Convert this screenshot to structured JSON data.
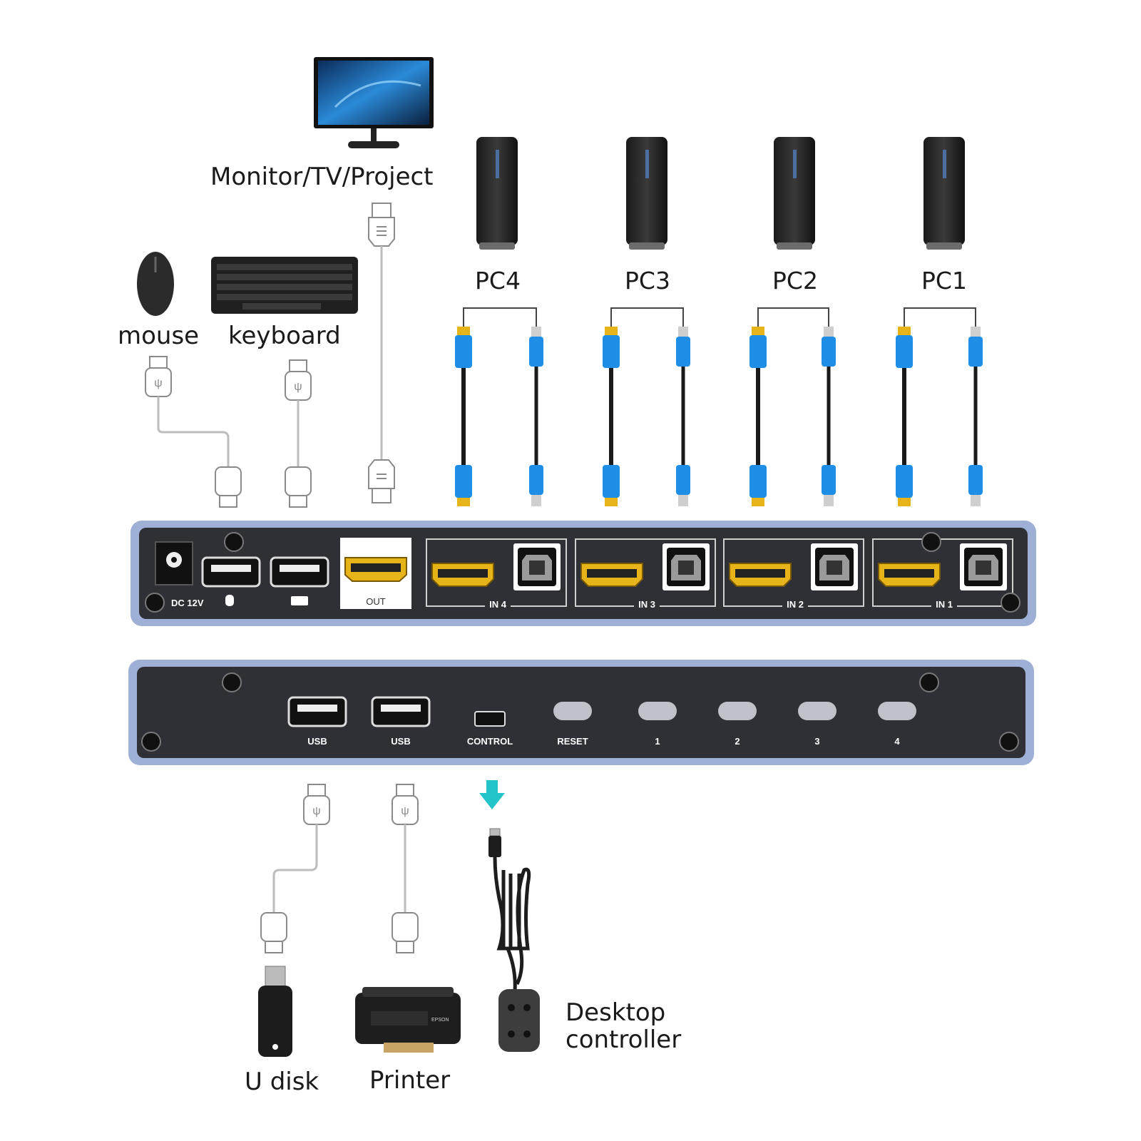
{
  "devices": {
    "monitor": "Monitor/TV/Project",
    "mouse": "mouse",
    "keyboard": "keyboard",
    "pcs": [
      "PC4",
      "PC3",
      "PC2",
      "PC1"
    ],
    "u_disk": "U disk",
    "printer": "Printer",
    "controller_line1": "Desktop",
    "controller_line2": "controller"
  },
  "rear_panel": {
    "power": "DC 12V",
    "hdmi_out": "OUT",
    "inputs": [
      "IN 4",
      "IN 3",
      "IN 2",
      "IN 1"
    ]
  },
  "front_panel": {
    "usb_ports": [
      "USB",
      "USB"
    ],
    "control": "CONTROL",
    "reset": "RESET",
    "buttons": [
      "1",
      "2",
      "3",
      "4"
    ]
  },
  "printer_brand": "EPSON",
  "colors": {
    "chassis": "#2e3035",
    "chassis_edge": "#9fb0d6",
    "cable_blue": "#1e8ee6",
    "hdmi_gold": "#e6b319",
    "arrow": "#22c3c9"
  }
}
